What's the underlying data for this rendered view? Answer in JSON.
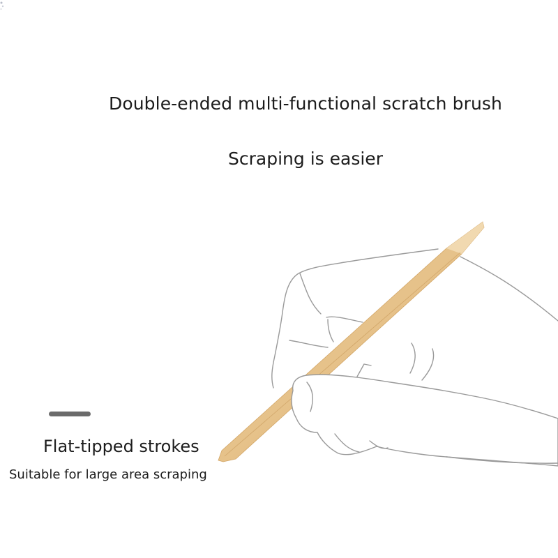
{
  "heading": {
    "main": "Double-ended multi-functional scratch brush",
    "sub": "Scraping is easier"
  },
  "feature": {
    "title": "Flat-tipped strokes",
    "description": "Suitable for large area scraping"
  },
  "colors": {
    "background": "#ffffff",
    "text": "#1c1c1c",
    "divider": "#6b6b6b",
    "bamboo": "#e7c48d",
    "bamboo_shade": "#d9ae6e",
    "hand_outline": "#9a9a9a"
  },
  "illustration": {
    "subject": "hand-holding-bamboo-stick-icon"
  }
}
